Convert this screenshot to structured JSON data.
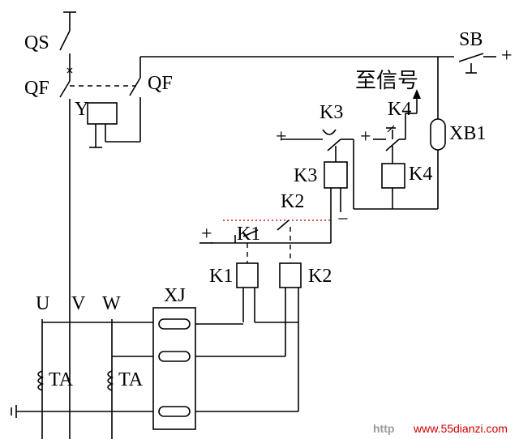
{
  "labels": {
    "qs": "QS",
    "qf_left": "QF",
    "qf_right": "QF",
    "y": "Y",
    "sb": "SB",
    "plus_sb": "+",
    "signal": "至信号",
    "k3_top": "K3",
    "k4_top": "K4",
    "xb1": "XB1",
    "plus_k3": "+",
    "plus_k4": "+",
    "k3_coil": "K3",
    "k4_coil": "K4",
    "k2_contact": "K2",
    "k3_minus": "−",
    "plus_k1": "+",
    "k1_contact": "K1",
    "k1_coil": "K1",
    "k2_coil": "K2",
    "xj": "XJ",
    "u": "U",
    "v": "V",
    "w": "W",
    "ta_left": "TA",
    "ta_right": "TA"
  },
  "watermark": {
    "prefix": "http",
    "site": "www.55dianzi.com"
  },
  "colors": {
    "line": "#000000",
    "watermark": "#cc0000"
  }
}
